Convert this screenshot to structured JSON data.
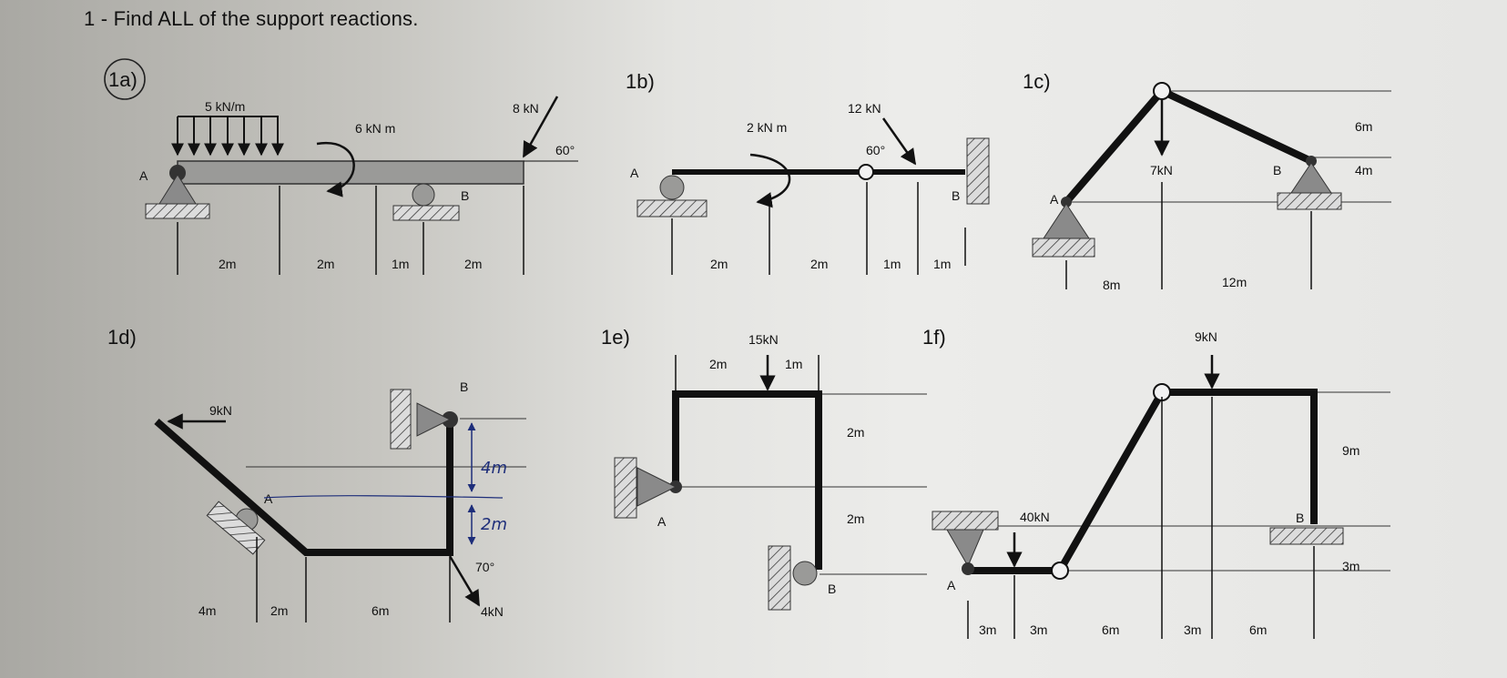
{
  "heading": "1 - Find ALL of the support reactions.",
  "colors": {
    "ink": "#111111",
    "support": "#8a8a8a",
    "pen": "#1e2e7a"
  },
  "p1a": {
    "tag": "1a)",
    "load_dist": "5 kN/m",
    "moment": "6 kN m",
    "force": "8 kN",
    "angle": "60°",
    "A": "A",
    "B": "B",
    "d1": "2m",
    "d2": "2m",
    "d3": "1m",
    "d4": "2m"
  },
  "p1b": {
    "tag": "1b)",
    "A": "A",
    "B": "B",
    "moment": "2 kN m",
    "force": "12 kN",
    "angle": "60°",
    "d1": "2m",
    "d2": "2m",
    "d3": "1m",
    "d4": "1m"
  },
  "p1c": {
    "tag": "1c)",
    "A": "A",
    "B": "B",
    "force": "7kN",
    "h1": "6m",
    "h2": "4m",
    "d1": "8m",
    "d2": "12m"
  },
  "p1d": {
    "tag": "1d)",
    "A": "A",
    "B": "B",
    "force1": "9kN",
    "force2": "4kN",
    "angle": "70°",
    "d1": "4m",
    "d2": "2m",
    "d3": "6m",
    "hw1": "4m",
    "hw2": "2m"
  },
  "p1e": {
    "tag": "1e)",
    "A": "A",
    "B": "B",
    "force": "15kN",
    "d1": "2m",
    "d2": "1m",
    "h1": "2m",
    "h2": "2m"
  },
  "p1f": {
    "tag": "1f)",
    "A": "A",
    "B": "B",
    "force1": "9kN",
    "force2": "40kN",
    "h1": "9m",
    "h2": "3m",
    "d1": "3m",
    "d2": "3m",
    "d3": "6m",
    "d4": "3m",
    "d5": "6m"
  }
}
